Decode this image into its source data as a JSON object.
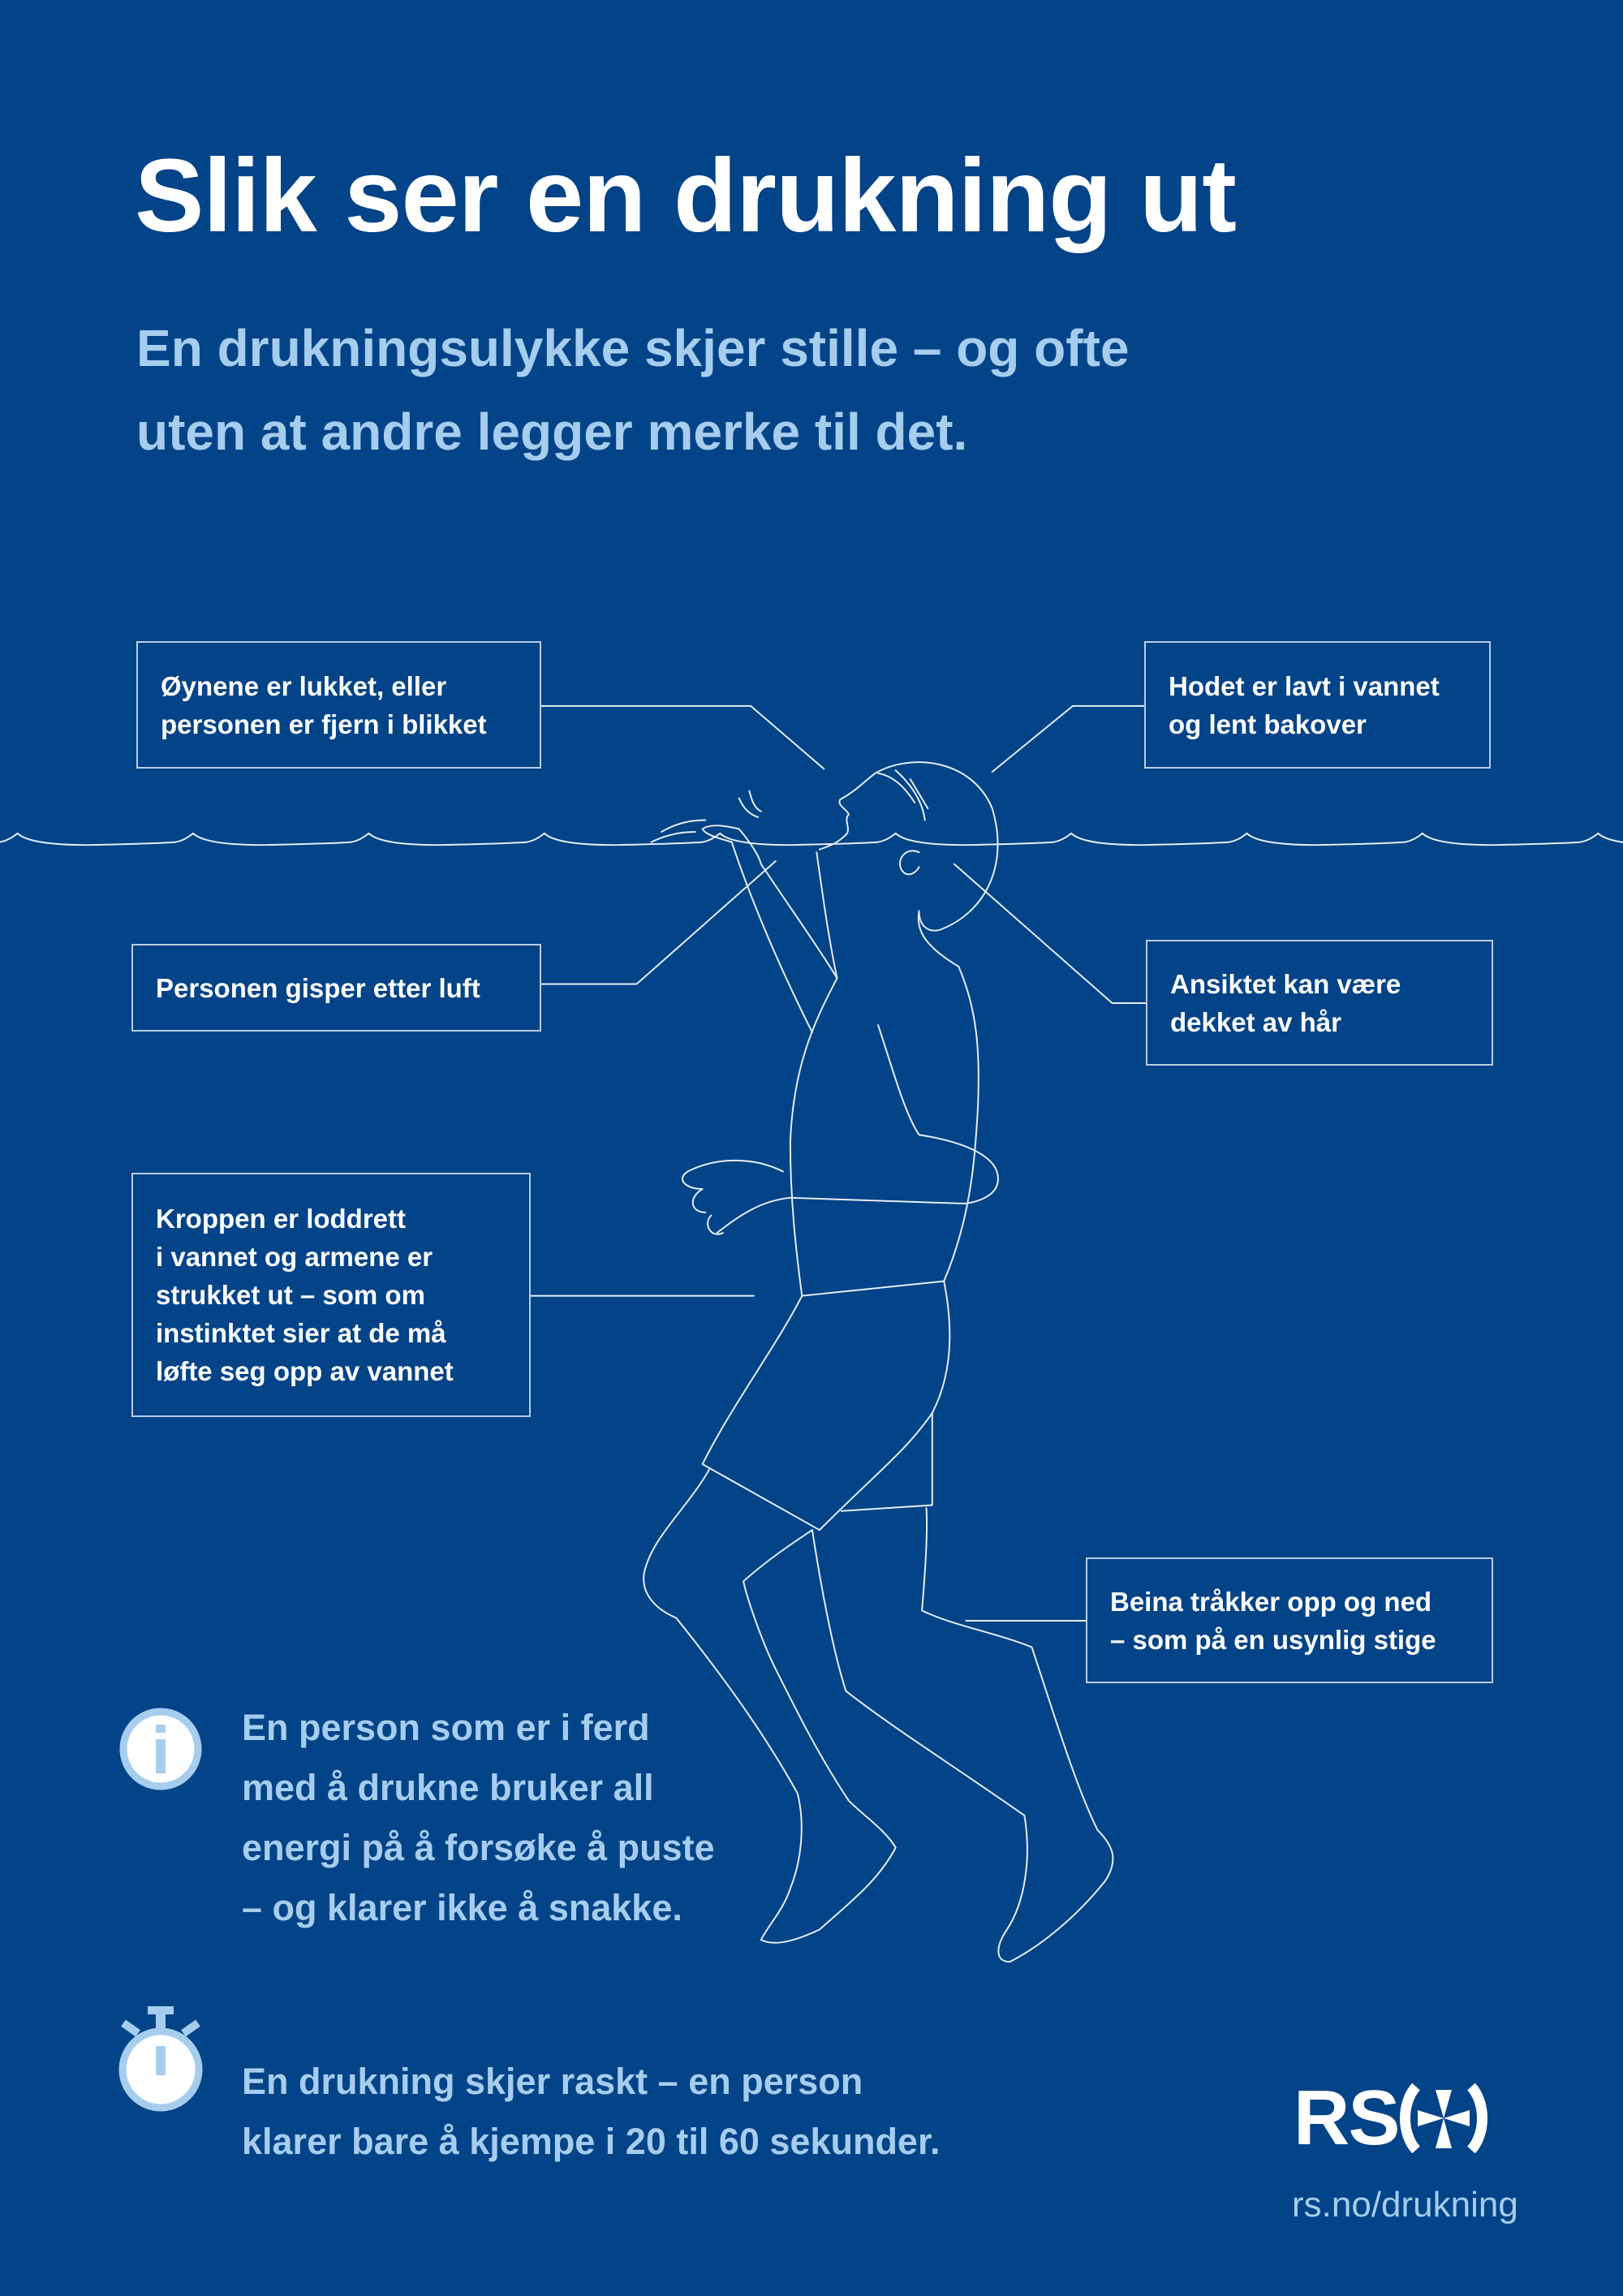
{
  "title": "Slik ser en drukning ut",
  "subtitle": [
    "En drukningsulykke skjer stille – og ofte",
    "uten at andre legger merke til det."
  ],
  "callouts": [
    {
      "lines": [
        "Øynene er lukket, eller",
        "personen er fjern i blikket"
      ]
    },
    {
      "lines": [
        "Hodet er lavt i vannet",
        "og lent bakover"
      ]
    },
    {
      "lines": [
        "Personen gisper etter luft"
      ]
    },
    {
      "lines": [
        "Ansiktet kan være",
        "dekket av hår"
      ]
    },
    {
      "lines": [
        "Kroppen er loddrett",
        "i vannet og armene er",
        "strukket ut – som om",
        "instinktet sier at de må",
        "løfte seg opp av vannet"
      ]
    },
    {
      "lines": [
        "Beina tråkker opp og ned",
        "– som på en usynlig stige"
      ]
    }
  ],
  "info": {
    "icon": "info-circle-icon",
    "lines": [
      "En person som er i ferd",
      "med å drukne bruker all",
      "energi på å forsøke å puste",
      "– og klarer ikke å snakke."
    ]
  },
  "timer": {
    "icon": "stopwatch-icon",
    "lines": [
      "En drukning skjer raskt – en person",
      "klarer bare å kjempe i 20 til 60 sekunder."
    ]
  },
  "logo": {
    "text": "RS",
    "icon": "cross-in-parentheses-icon"
  },
  "url": "rs.no/drukning",
  "colors": {
    "background": "#034387",
    "accent": "#a6cdee",
    "text": "#ffffff"
  }
}
